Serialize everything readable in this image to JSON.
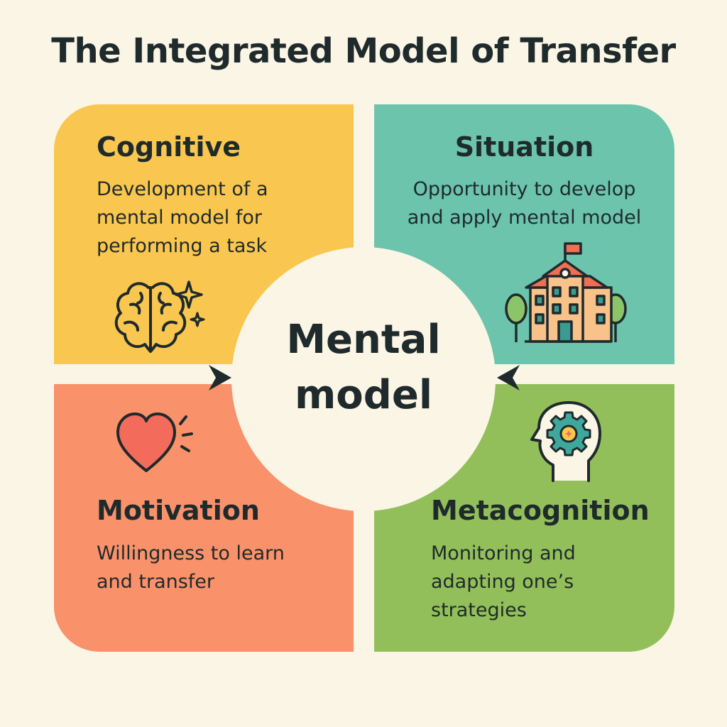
{
  "title": "The Integrated Model of Transfer",
  "center": {
    "lines": [
      "Mental",
      "model"
    ]
  },
  "quadrants": {
    "cognitive": {
      "heading": "Cognitive",
      "lines": [
        "Development of a",
        "mental model for",
        "performing a task"
      ],
      "color": "#f9c74f",
      "icon": "brain-icon"
    },
    "situation": {
      "heading": "Situation",
      "lines": [
        "Opportunity to develop",
        "and apply mental model"
      ],
      "color": "#6cc4ad",
      "icon": "school-building-icon"
    },
    "motivation": {
      "heading": "Motivation",
      "lines": [
        "Willingness to learn",
        "and transfer"
      ],
      "color": "#f9916b",
      "icon": "heart-icon"
    },
    "metacognition": {
      "heading": "Metacognition",
      "lines": [
        "Monitoring and",
        "adapting one’s",
        "strategies"
      ],
      "color": "#93bf5b",
      "icon": "head-gear-icon"
    }
  }
}
